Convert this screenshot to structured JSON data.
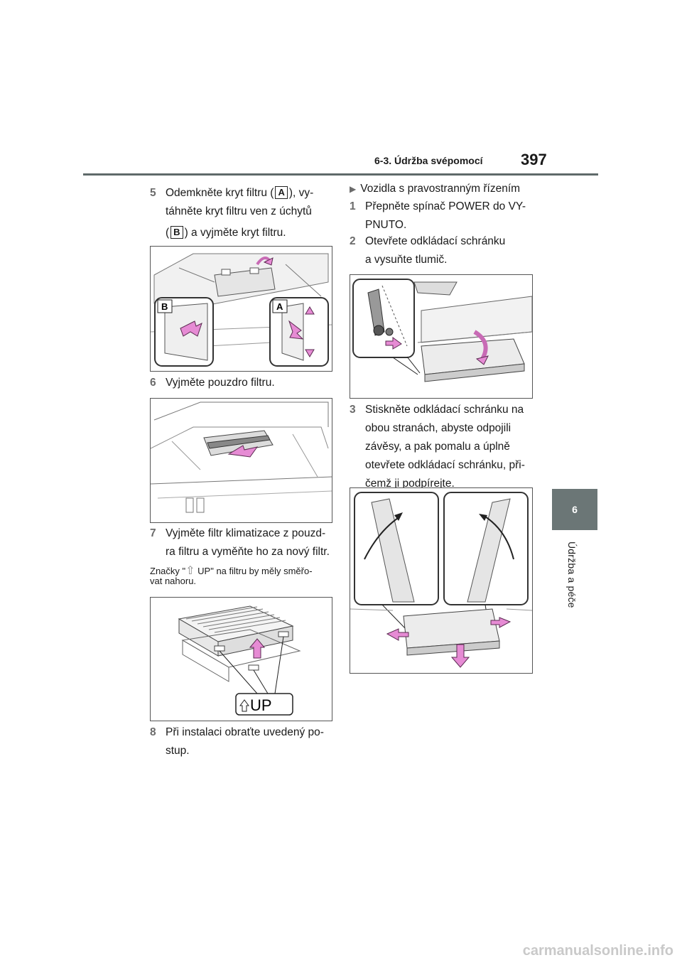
{
  "header": {
    "section_title": "6-3. Údržba svépomocí",
    "page_number": "397"
  },
  "chapter": {
    "number": "6",
    "label": "Údržba a péče"
  },
  "left_column": {
    "step5": {
      "num": "5",
      "line1_a": "Odemkněte kryt filtru (",
      "label_a": "A",
      "line1_b": "), vy-",
      "line2": "táhněte kryt filtru ven z úchytů",
      "line3_a": "(",
      "label_b": "B",
      "line3_b": ") a vyjměte kryt filtru."
    },
    "fig1_labels": {
      "b": "B",
      "a": "A"
    },
    "step6": {
      "num": "6",
      "text": "Vyjměte pouzdro filtru."
    },
    "step7": {
      "num": "7",
      "line1": "Vyjměte filtr klimatizace z pouzd-",
      "line2": "ra filtru a vyměňte ho za nový filtr."
    },
    "note": {
      "part1": "Značky \"",
      "part2": " UP\" na filtru by měly směřo-",
      "line2": "vat nahoru."
    },
    "fig3_label": "UP",
    "step8": {
      "num": "8",
      "line1": "Při instalaci obraťte uvedený po-",
      "line2": "stup."
    }
  },
  "right_column": {
    "subheading": "Vozidla s pravostranným řízením",
    "step1": {
      "num": "1",
      "line1": "Přepněte spínač POWER do VY-",
      "line2": "PNUTO."
    },
    "step2": {
      "num": "2",
      "line1": "Otevřete odkládací schránku",
      "line2": "a vysuňte tlumič."
    },
    "step3": {
      "num": "3",
      "line1": "Stiskněte odkládací schránku na",
      "line2": "obou stranách, abyste odpojili",
      "line3": "závěsy, a pak pomalu a úplně",
      "line4": "otevřete odkládací schránku, při-",
      "line5": "čemž ji podpírejte."
    }
  },
  "footer": {
    "watermark": "carmanualsonline.info"
  },
  "colors": {
    "accent_gray": "#6b7676",
    "arrow_pink": "#e68bd4"
  }
}
